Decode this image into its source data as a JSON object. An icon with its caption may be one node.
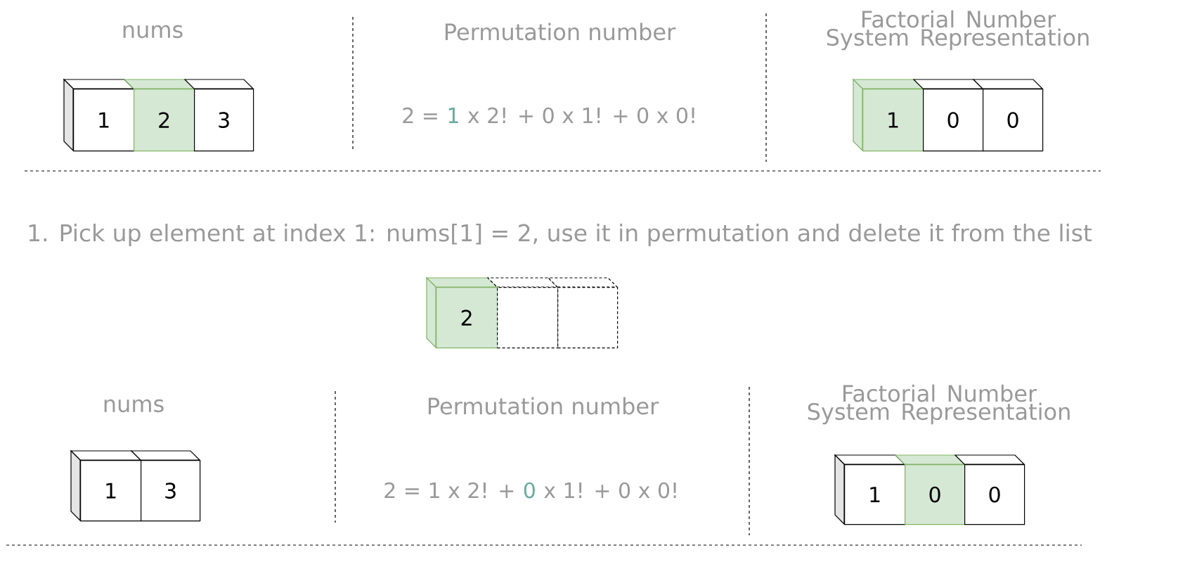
{
  "diagram": {
    "nodes": [
      {
        "text": [
          "1"
        ]
      },
      {
        "text": [
          "2"
        ]
      },
      {
        "text": [
          "3"
        ]
      },
      {
        "text": [
          "1"
        ]
      },
      {
        "text": [
          "0"
        ]
      },
      {
        "text": [
          "0"
        ]
      },
      {
        "text": [
          "2"
        ]
      },
      {
        "text": [],
        "shape": "box"
      },
      {
        "text": [],
        "shape": "box"
      },
      {
        "text": [
          "1"
        ]
      },
      {
        "text": [
          "3"
        ]
      },
      {
        "text": [
          "1"
        ]
      },
      {
        "text": [
          "0"
        ]
      },
      {
        "text": [
          "0"
        ]
      }
    ],
    "labels": [
      "nums",
      "Permutation number",
      "Factorial Number System Representation",
      "2 =",
      "1",
      "x 2! + 0 x 1! + 0 x 0!",
      "1. Pick up element at index 1: nums[1] = 2, use it in permutation and delete it from the list",
      "nums",
      "Permutation number",
      "Factorial Number System Representation",
      "2 = 1 x 2! +",
      "0",
      "x 1! + 0 x 0!"
    ]
  }
}
